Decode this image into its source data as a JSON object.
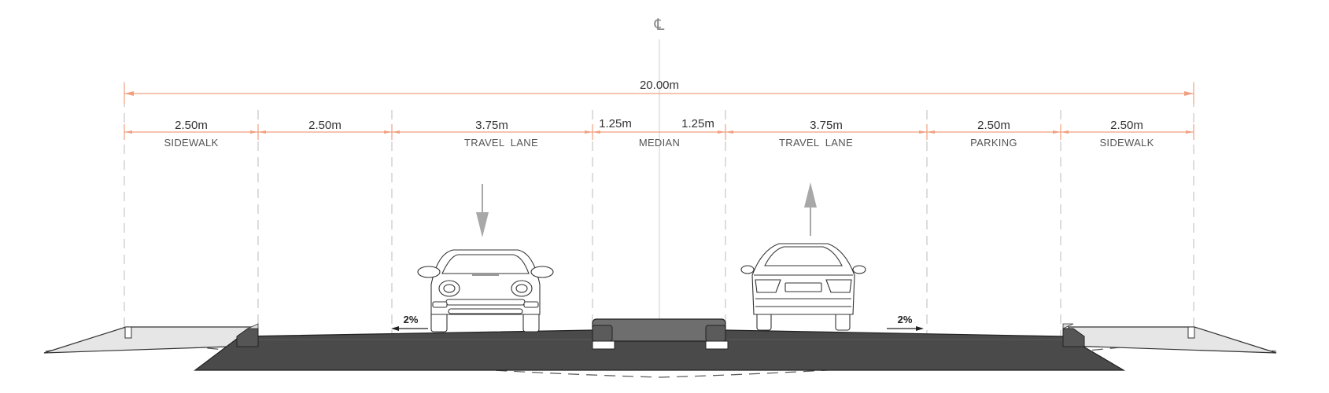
{
  "centerline": {
    "symbol": "℄"
  },
  "overall": {
    "width_label": "20.00m"
  },
  "segments": [
    {
      "width_label": "2.50m",
      "label": "SIDEWALK"
    },
    {
      "width_label": "2.50m",
      "label": ""
    },
    {
      "width_label": "3.75m",
      "label": "TRAVEL  LANE"
    },
    {
      "width_label": "1.25m",
      "label": ""
    },
    {
      "width_label": "1.25m",
      "label": ""
    },
    {
      "width_label": "3.75m",
      "label": "TRAVEL  LANE"
    },
    {
      "width_label": "2.50m",
      "label": "PARKING"
    },
    {
      "width_label": "2.50m",
      "label": "SIDEWALK"
    }
  ],
  "median": {
    "label": "MEDIAN"
  },
  "slopes": {
    "left": "2%",
    "right": "2%"
  },
  "colors": {
    "dimension": "#f0a080",
    "road": "#4a4a4a",
    "median_fill": "#6e6e6e",
    "sidewalk_fill": "#e6e6e6",
    "arrow": "#a8a8a8",
    "guide": "#bbbbbb"
  },
  "icons": {
    "car_left": "car-front-icon",
    "car_right": "car-rear-icon",
    "arrow_left": "arrow-down-icon",
    "arrow_right": "arrow-up-icon"
  }
}
